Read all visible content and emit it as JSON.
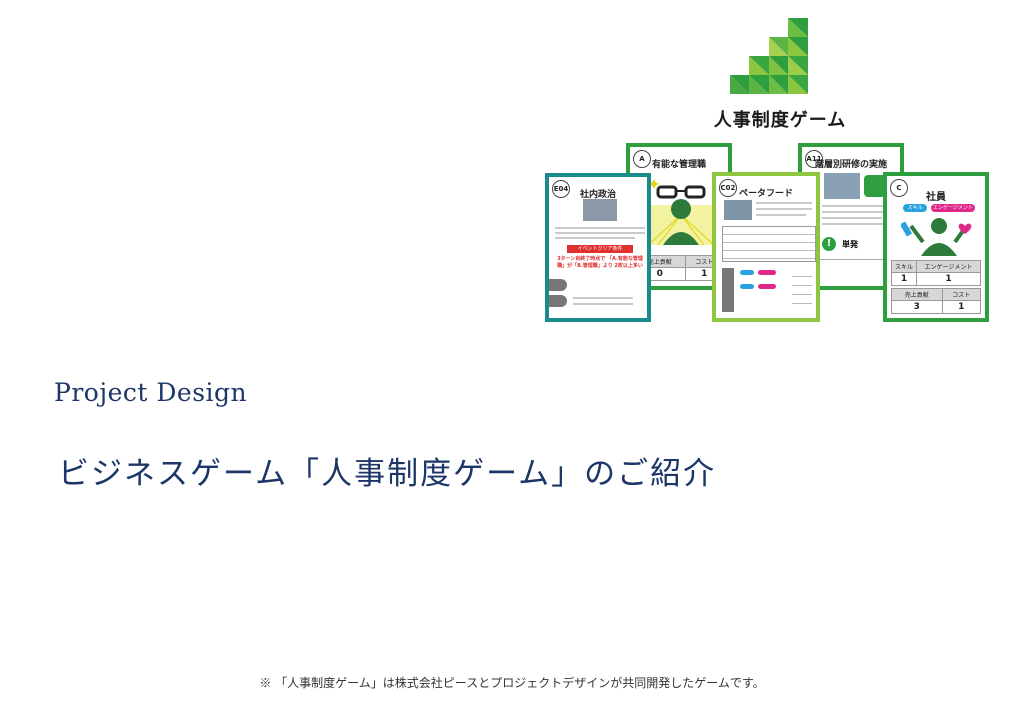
{
  "logo": {
    "title": "人事制度ゲーム"
  },
  "cards": {
    "politics": {
      "badge": "E04",
      "title": "社内政治",
      "event_title": "イベントクリア条件",
      "event_text": "3ターン目終了時点で 「A.有能な管理職」が「B.管理職」より 2枚以上多い"
    },
    "manager": {
      "badge": "A",
      "title": "有能な管理職",
      "labels": [
        "売上貢献",
        "コスト"
      ],
      "values": [
        "0",
        "1"
      ]
    },
    "paternal": {
      "badge": "C02",
      "title": "ペータフード"
    },
    "training": {
      "badge": "A11",
      "title": "階層別研修の実施",
      "single": "単発"
    },
    "employee": {
      "badge": "C",
      "title": "社員",
      "tags": [
        "スキル",
        "エンゲージメント"
      ],
      "labels1": [
        "スキル",
        "エンゲージメント"
      ],
      "values1": [
        "1",
        "1"
      ],
      "labels2": [
        "売上貢献",
        "コスト"
      ],
      "values2": [
        "3",
        "1"
      ]
    }
  },
  "brand": "Project Design",
  "headline": "ビジネスゲーム「人事制度ゲーム」のご紹介",
  "footnote": "※ 「人事制度ゲーム」は株式会社ピースとプロジェクトデザインが共同開発したゲームです。",
  "colors": {
    "navy": "#1c3668",
    "green_dark": "#2e9e3e",
    "green_light": "#8cc63f",
    "teal": "#1a8b8c"
  }
}
